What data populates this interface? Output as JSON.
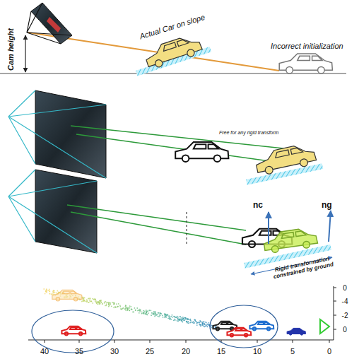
{
  "diagram": {
    "labels": [
      "Cam height",
      "Actual Car on slope",
      "Incorrect initialization",
      "Free for any rigid transform",
      "nc",
      "ng",
      "Rigid transformation constrained by ground",
      "40",
      "35",
      "30",
      "25",
      "20",
      "15",
      "10",
      "5",
      "0",
      "0",
      "-4",
      "-2",
      "0"
    ]
  }
}
